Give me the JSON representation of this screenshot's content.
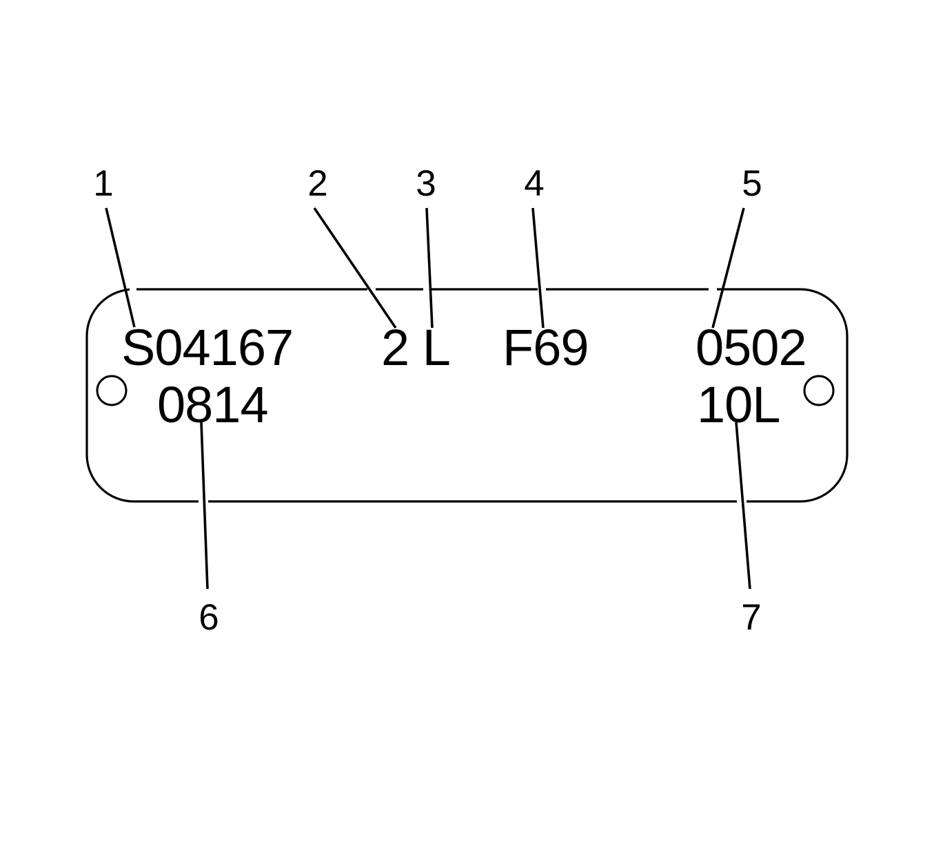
{
  "diagram": {
    "type": "id-plate-callout-diagram",
    "colors": {
      "line": "#000000",
      "background": "#ffffff"
    },
    "plate": {
      "row1": {
        "serial": "S04167",
        "code_2L": "2 L",
        "code_f69": "F69",
        "date_code": "0502"
      },
      "row2": {
        "code_0814": "0814",
        "code_10L": "10L"
      },
      "mounting_holes": 2
    },
    "callouts": [
      {
        "number": "1",
        "points_to": "S04167"
      },
      {
        "number": "2",
        "points_to": "2"
      },
      {
        "number": "3",
        "points_to": "L"
      },
      {
        "number": "4",
        "points_to": "F69"
      },
      {
        "number": "5",
        "points_to": "0502"
      },
      {
        "number": "6",
        "points_to": "0814"
      },
      {
        "number": "7",
        "points_to": "10L"
      }
    ]
  }
}
